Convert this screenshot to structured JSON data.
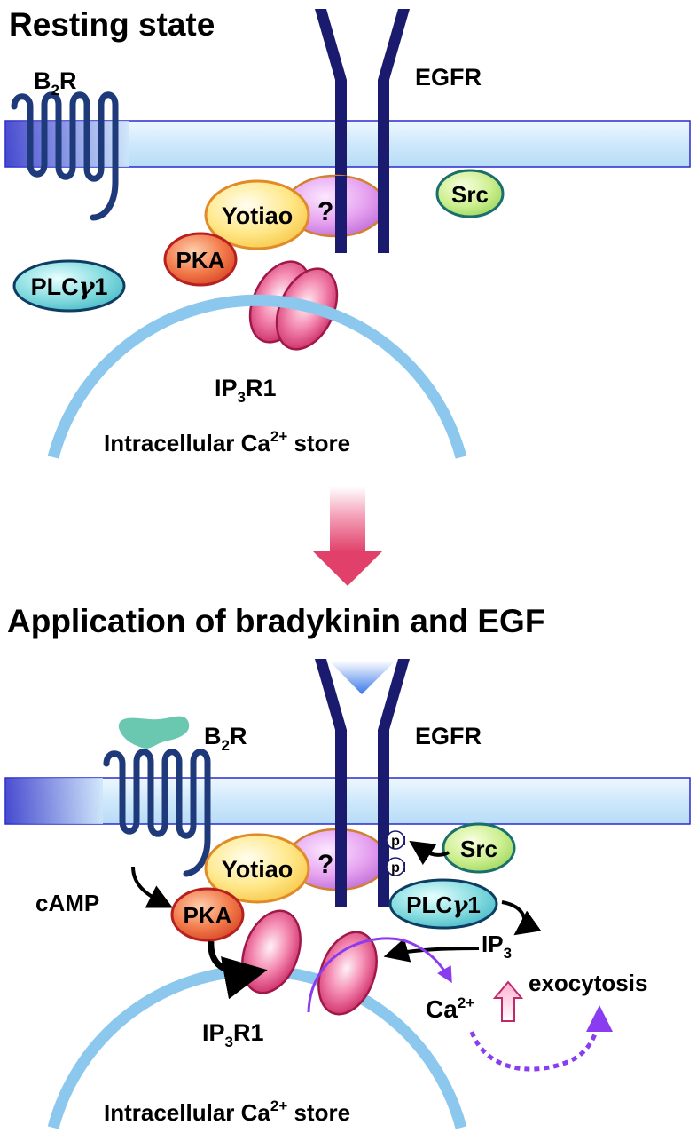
{
  "top": {
    "heading": "Resting state",
    "b2r": {
      "main": "B",
      "sub": "2",
      "tail": "R"
    },
    "egfr": "EGFR",
    "src": "Src",
    "yotiao": "Yotiao",
    "unknown": "?",
    "pka": "PKA",
    "plc": {
      "main": "PLC",
      "greek": "γ",
      "tail": "1"
    },
    "ip3r": {
      "main": "IP",
      "sub": "3",
      "tail": "R1"
    },
    "store": {
      "pre": "Intracellular Ca",
      "sup": "2+",
      "post": " store"
    }
  },
  "bottom": {
    "heading": "Application of bradykinin and EGF",
    "b2r": {
      "main": "B",
      "sub": "2",
      "tail": "R"
    },
    "egfr": "EGFR",
    "src": "Src",
    "phospho": "p",
    "yotiao": "Yotiao",
    "unknown": "?",
    "pka": "PKA",
    "camp": "cAMP",
    "plc": {
      "main": "PLC",
      "greek": "γ",
      "tail": "1"
    },
    "ip3": {
      "main": "IP",
      "sub": "3"
    },
    "ip3r": {
      "main": "IP",
      "sub": "3",
      "tail": "R1"
    },
    "calcium": {
      "main": "Ca",
      "sup": "2+"
    },
    "exocytosis": "exocytosis",
    "store": {
      "pre": "Intracellular Ca",
      "sup": "2+",
      "post": " store"
    }
  },
  "colors": {
    "receptor": "#1a1a6e",
    "membrane": "#d6ecfb",
    "membrane_edge": "#2a2ad0",
    "store_arc": "#8cc8ee",
    "arrow_pink": "#e0406a",
    "ca_arrow": "#8a3cf0"
  }
}
